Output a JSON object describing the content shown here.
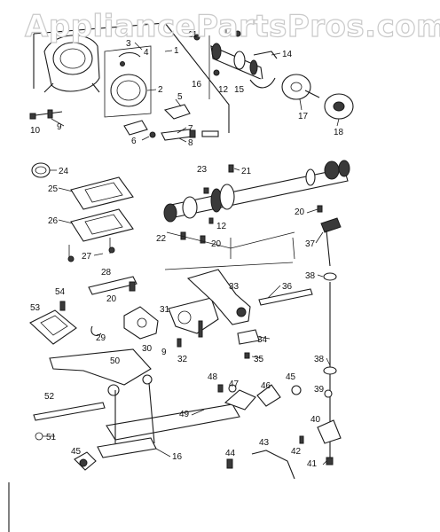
{
  "watermark": "AppliancePartsPros.com",
  "callouts": [
    {
      "id": "1",
      "text": "1"
    },
    {
      "id": "2",
      "text": "2"
    },
    {
      "id": "3",
      "text": "3"
    },
    {
      "id": "4",
      "text": "4"
    },
    {
      "id": "5",
      "text": "5"
    },
    {
      "id": "6",
      "text": "6"
    },
    {
      "id": "7",
      "text": "7"
    },
    {
      "id": "8",
      "text": "8"
    },
    {
      "id": "9a",
      "text": "9"
    },
    {
      "id": "10",
      "text": "10"
    },
    {
      "id": "11",
      "text": "11"
    },
    {
      "id": "12a",
      "text": "12"
    },
    {
      "id": "13",
      "text": "13"
    },
    {
      "id": "14",
      "text": "14"
    },
    {
      "id": "15",
      "text": "15"
    },
    {
      "id": "16a",
      "text": "16"
    },
    {
      "id": "17",
      "text": "17"
    },
    {
      "id": "18",
      "text": "18"
    },
    {
      "id": "20a",
      "text": "20"
    },
    {
      "id": "21",
      "text": "21"
    },
    {
      "id": "22",
      "text": "22"
    },
    {
      "id": "20b",
      "text": "20"
    },
    {
      "id": "23",
      "text": "23"
    },
    {
      "id": "12b",
      "text": "12"
    },
    {
      "id": "24",
      "text": "24"
    },
    {
      "id": "25",
      "text": "25"
    },
    {
      "id": "26",
      "text": "26"
    },
    {
      "id": "27",
      "text": "27"
    },
    {
      "id": "28",
      "text": "28"
    },
    {
      "id": "20c",
      "text": "20"
    },
    {
      "id": "29",
      "text": "29"
    },
    {
      "id": "30",
      "text": "30"
    },
    {
      "id": "31",
      "text": "31"
    },
    {
      "id": "32",
      "text": "32"
    },
    {
      "id": "9b",
      "text": "9"
    },
    {
      "id": "33",
      "text": "33"
    },
    {
      "id": "34",
      "text": "34"
    },
    {
      "id": "35",
      "text": "35"
    },
    {
      "id": "36",
      "text": "36"
    },
    {
      "id": "37",
      "text": "37"
    },
    {
      "id": "38a",
      "text": "38"
    },
    {
      "id": "38b",
      "text": "38"
    },
    {
      "id": "39",
      "text": "39"
    },
    {
      "id": "40",
      "text": "40"
    },
    {
      "id": "41",
      "text": "41"
    },
    {
      "id": "42",
      "text": "42"
    },
    {
      "id": "43",
      "text": "43"
    },
    {
      "id": "44",
      "text": "44"
    },
    {
      "id": "45a",
      "text": "45"
    },
    {
      "id": "46",
      "text": "46"
    },
    {
      "id": "47",
      "text": "47"
    },
    {
      "id": "48",
      "text": "48"
    },
    {
      "id": "49",
      "text": "49"
    },
    {
      "id": "50",
      "text": "50"
    },
    {
      "id": "51",
      "text": "51"
    },
    {
      "id": "52",
      "text": "52"
    },
    {
      "id": "53",
      "text": "53"
    },
    {
      "id": "54",
      "text": "54"
    },
    {
      "id": "45b",
      "text": "45"
    },
    {
      "id": "16b",
      "text": "16"
    }
  ]
}
